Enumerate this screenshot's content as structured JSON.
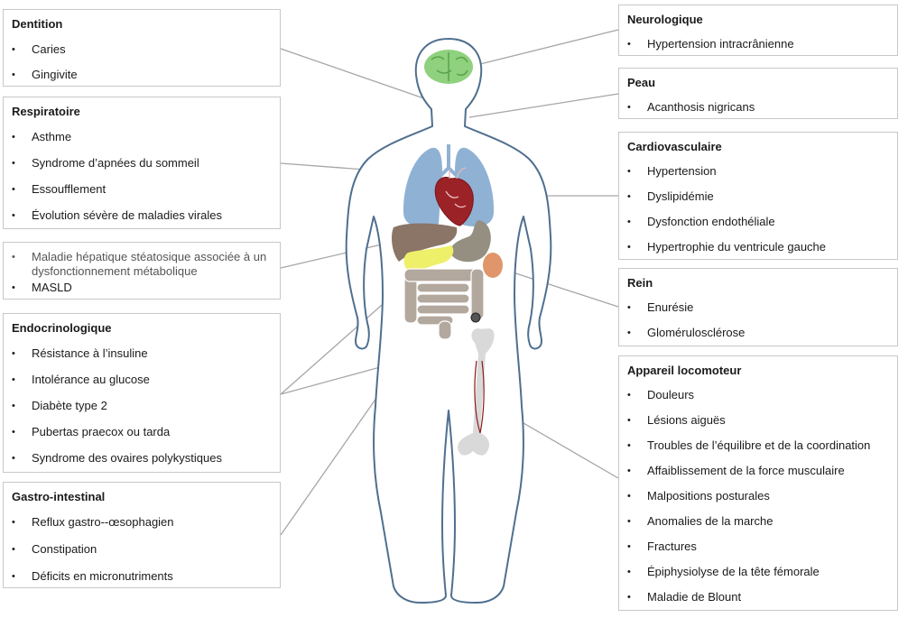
{
  "left_boxes": {
    "dentition": {
      "title": "Dentition",
      "items": [
        "Caries",
        "Gingivite"
      ]
    },
    "respiratoire": {
      "title": "Respiratoire",
      "items": [
        "Asthme",
        "Syndrome d’apnées du sommeil",
        "Essoufflement",
        "Évolution sévère de maladies virales"
      ]
    },
    "hepatique": {
      "items": [
        "Maladie hépatique stéatosique associée à un dysfonctionnement métabolique",
        "MASLD"
      ]
    },
    "endocrinologique": {
      "title": "Endocrinologique",
      "items": [
        "Résistance à l’insuline",
        "Intolérance au glucose",
        "Diabète type 2",
        "Pubertas praecox ou tarda",
        "Syndrome des ovaires polykystiques"
      ]
    },
    "gastro": {
      "title": "Gastro-intestinal",
      "items": [
        "Reflux gastro--œsophagien",
        "Constipation",
        "Déficits en micronutriments"
      ]
    }
  },
  "right_boxes": {
    "neurologique": {
      "title": "Neurologique",
      "items": [
        "Hypertension intracrânienne"
      ]
    },
    "peau": {
      "title": "Peau",
      "items": [
        "Acanthosis nigricans"
      ]
    },
    "cardio": {
      "title": "Cardiovasculaire",
      "items": [
        "Hypertension",
        "Dyslipidémie",
        "Dysfonction endothéliale",
        "Hypertrophie du ventricule gauche"
      ]
    },
    "rein": {
      "title": "Rein",
      "items": [
        "Enurésie",
        "Glomérulosclérose"
      ]
    },
    "locomoteur": {
      "title": "Appareil locomoteur",
      "items": [
        "Douleurs",
        "Lésions aiguës",
        "Troubles de l’équilibre et de la coordination",
        "Affaiblissement de la force musculaire",
        "Malpositions posturales",
        "Anomalies de la marche",
        "Fractures",
        "Épiphysiolyse de la tête fémorale",
        "Maladie de Blount"
      ]
    }
  },
  "bullet": "•",
  "colors": {
    "body_outline": "#4f6f8f",
    "connector": "#a6a6a6",
    "box_border": "#c8c8c8",
    "brain": "#8fd17f",
    "lungs": "#8fb2d4",
    "heart": "#9b2226",
    "liver": "#8a7567",
    "pancreas": "#eef06a",
    "stomach": "#948f80",
    "intestine": "#b3a89e",
    "kidney": "#e0966a",
    "bone": "#d9d9d9"
  }
}
